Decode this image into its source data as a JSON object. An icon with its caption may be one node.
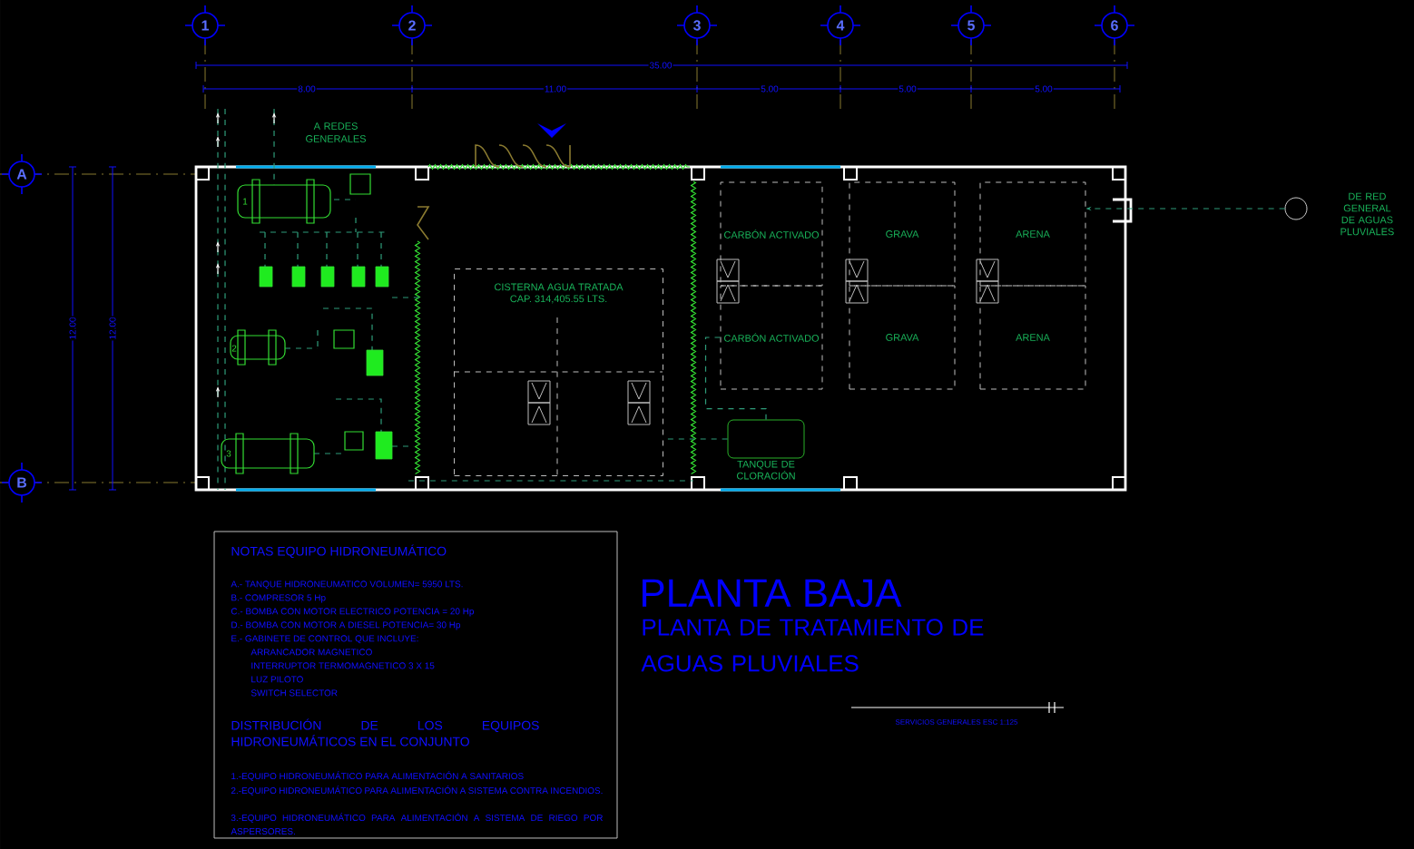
{
  "diagram": {
    "title": "PLANTA BAJA",
    "nodes": [
      {
        "text": [
          "CISTERNA AGUA TRATADA",
          "CAP. 314,405.55 LTS."
        ]
      },
      {
        "text": [
          "CARBÓN ACTIVADO"
        ]
      },
      {
        "text": [
          "GRAVA"
        ]
      },
      {
        "text": [
          "ARENA"
        ]
      },
      {
        "text": [
          "CARBÓN ACTIVADO"
        ]
      },
      {
        "text": [
          "GRAVA"
        ]
      },
      {
        "text": [
          "ARENA"
        ]
      },
      {
        "text": [
          "TANQUE DE CLORACIÓN"
        ]
      },
      {
        "text": [],
        "shape": "circle",
        "beside": [
          "DE RED GENERAL DE AGUAS PLUVIALES"
        ]
      }
    ],
    "edges": [
      {
        "from": 8,
        "to": 3,
        "arrow": "to",
        "style": "dashed"
      },
      {
        "from": 4,
        "to": 7,
        "arrow": "none",
        "style": "dashed"
      },
      {
        "from": 7,
        "to": 0,
        "arrow": "none",
        "style": "dashed"
      }
    ],
    "labels": [
      "1",
      "2",
      "3",
      "4",
      "5",
      "6",
      "35.00",
      "8.00",
      "11.00",
      "5.00",
      "5.00",
      "5.00",
      "A",
      "B",
      "12.00",
      "12.00",
      "A REDES GENERALES",
      "1",
      "2",
      "3",
      "NOTAS EQUIPO HIDRONEUMÁTICO",
      "A.- TANQUE HIDRONEUMATICO VOLUMEN= 5950 LTS.",
      "B.- COMPRESOR 5 Hp",
      "C.- BOMBA CON MOTOR ELECTRICO POTENCIA = 20 Hp",
      "D.- BOMBA CON MOTOR A DIESEL POTENCIA= 30 Hp",
      "E.- GABINETE DE CONTROL QUE INCLUYE:",
      "ARRANCADOR MAGNETICO",
      "INTERRUPTOR TERMOMAGNETICO 3 X 15",
      "LUZ PILOTO",
      "SWITCH SELECTOR",
      "DISTRIBUCIÓN DE LOS EQUIPOS HIDRONEUMÁTICOS EN EL CONJUNTO",
      "1.-EQUIPO HIDRONEUMÁTICO PARA ALIMENTACIÓN A SANITARIOS",
      "2.-EQUIPO HIDRONEUMÁTICO PARA ALIMENTACIÓN A SISTEMA CONTRA INCENDIOS.",
      "3.-EQUIPO HIDRONEUMÁTICO PARA ALIMENTACIÓN A SISTEMA DE RIEGO POR ASPERSORES.",
      "PLANTA DE TRATAMIENTO DE AGUAS PLUVIALES",
      "SERVICIOS GENERALES ESC 1:125"
    ]
  }
}
